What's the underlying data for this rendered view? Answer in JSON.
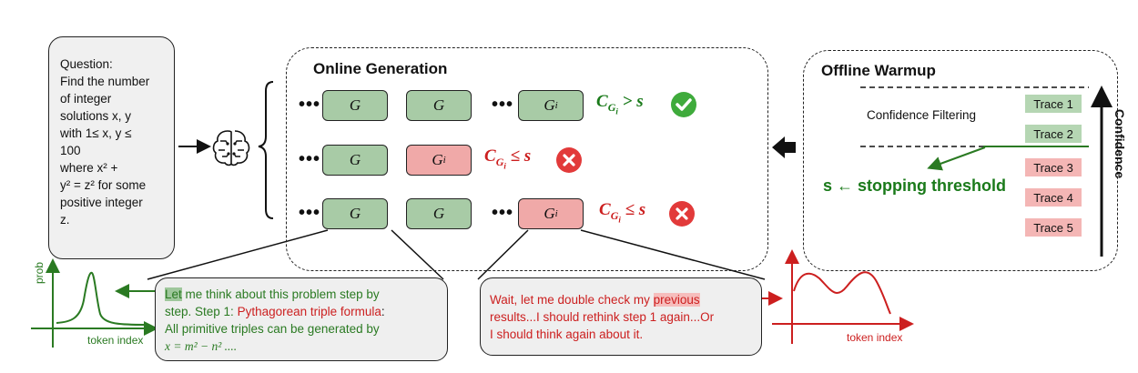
{
  "question": {
    "label": "Question:",
    "lines": [
      "Find the number",
      "of integer",
      "solutions x, y",
      "with 1≤ x, y ≤",
      "100",
      "where x² +",
      "y² = z² for some",
      "positive integer",
      "z."
    ]
  },
  "online": {
    "title": "Online Generation",
    "rows": [
      {
        "boxes": [
          "G",
          "G",
          "G"
        ],
        "sub": "i",
        "cond": "> s",
        "status": "accept"
      },
      {
        "boxes": [
          "G",
          "G"
        ],
        "sub": "i",
        "cond": "≤ s",
        "status": "reject"
      },
      {
        "boxes": [
          "G",
          "G",
          "G"
        ],
        "sub": "i",
        "cond": "≤ s",
        "status": "reject"
      }
    ],
    "dots": "•••",
    "cond_symbol": "C",
    "cond_sub": "G",
    "cond_subsub": "i"
  },
  "offline": {
    "title": "Offline Warmup",
    "filter_label": "Confidence Filtering",
    "axis_label": "Confidence",
    "threshold_label": "s ← stopping threshold",
    "traces": [
      {
        "label": "Trace 1",
        "kind": "green"
      },
      {
        "label": "Trace 2",
        "kind": "green"
      },
      {
        "label": "Trace 3",
        "kind": "red"
      },
      {
        "label": "Trace 4",
        "kind": "red"
      },
      {
        "label": "Trace 5",
        "kind": "red"
      }
    ]
  },
  "callout_left": {
    "hl": "Let",
    "l1": " me think about this problem step by",
    "l2a": "step. Step 1: ",
    "l2b": "Pythagorean triple formula",
    "l2c": ":",
    "l3": "All primitive triples can be generated by",
    "l4": "x = m² − n² ...."
  },
  "callout_right": {
    "l1a": "Wait, let me double check my ",
    "hl": "previous",
    "l2": "results...I should rethink step 1 again...Or",
    "l3": "I should think again about it."
  },
  "plots": {
    "ylabel": "prob",
    "xlabel": "token index"
  },
  "colors": {
    "green": "#1a7a1a",
    "red": "#cc1f1f",
    "box_green": "#a8cba6",
    "box_red": "#f0a9a8"
  },
  "icons": {
    "brain": "brain-circuit-icon",
    "accept": "check-circle-icon",
    "reject": "x-circle-icon"
  }
}
